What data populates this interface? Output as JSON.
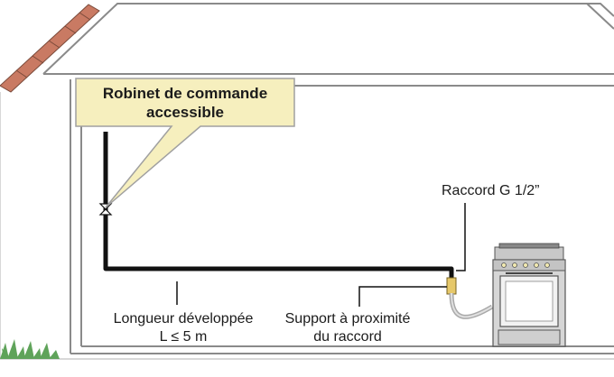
{
  "labels": {
    "valve_line1": "Robinet de commande",
    "valve_line2": "accessible",
    "fitting": "Raccord G 1/2”",
    "length_line1": "Longueur développée",
    "length_line2": "L ≤ 5 m",
    "support_line1": "Support à proximité",
    "support_line2": "du raccord"
  },
  "colors": {
    "roof_tile": "#c97a63",
    "roof_outline": "#8a8a8a",
    "callout_fill": "#f6efbe",
    "pipe": "#111111",
    "grass": "#5fa35a",
    "stove_body": "#d6d6d6"
  }
}
